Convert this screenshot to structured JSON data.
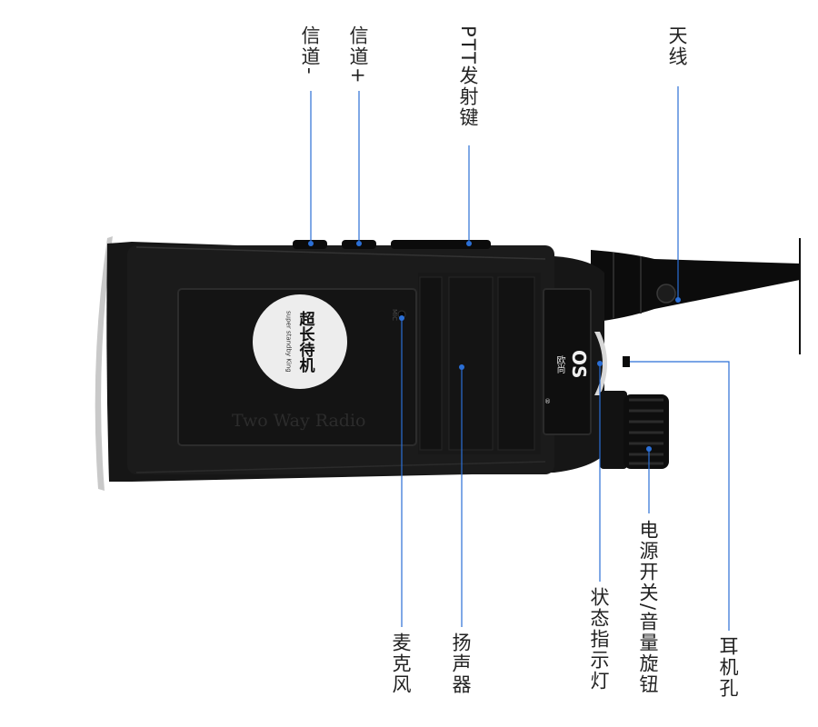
{
  "callouts": {
    "channel_minus": "信道-",
    "channel_plus": "信道+",
    "ptt": "PTT发射键",
    "antenna": "天线",
    "microphone": "麦克风",
    "speaker": "扬声器",
    "status_light": "状态指示灯",
    "power_volume": "电源开关/音量旋钮",
    "earphone_jack": "耳机孔"
  },
  "device": {
    "badge_main": "超长待机",
    "badge_sub": "super standby King",
    "model_text": "Two Way Radio",
    "mic_label": "MIC",
    "brand_logo": "OS",
    "brand_cn": "欧尚",
    "registered": "®"
  },
  "colors": {
    "callout_line": "#2b6fd6",
    "body": "#161616",
    "text": "#222222"
  }
}
